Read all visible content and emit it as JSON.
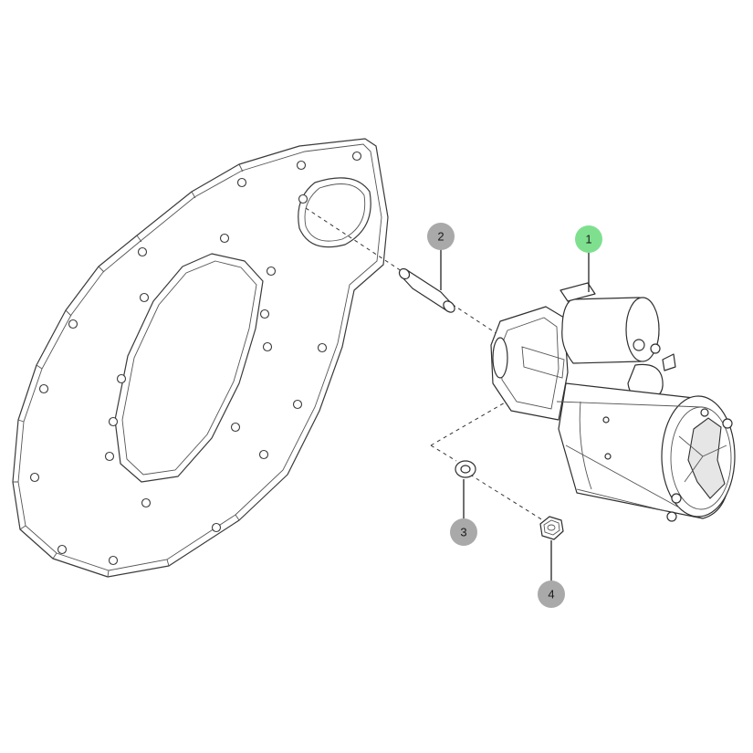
{
  "callouts": [
    {
      "id": "1",
      "label": "1",
      "color": "#7ee08f",
      "highlighted": true
    },
    {
      "id": "2",
      "label": "2",
      "color": "#a9a9a9",
      "highlighted": false
    },
    {
      "id": "3",
      "label": "3",
      "color": "#a9a9a9",
      "highlighted": false
    },
    {
      "id": "4",
      "label": "4",
      "color": "#a9a9a9",
      "highlighted": false
    }
  ],
  "colors": {
    "highlight": "#7ee08f",
    "callout": "#a9a9a9",
    "lines": "#3a3a3a",
    "background": "#ffffff"
  }
}
